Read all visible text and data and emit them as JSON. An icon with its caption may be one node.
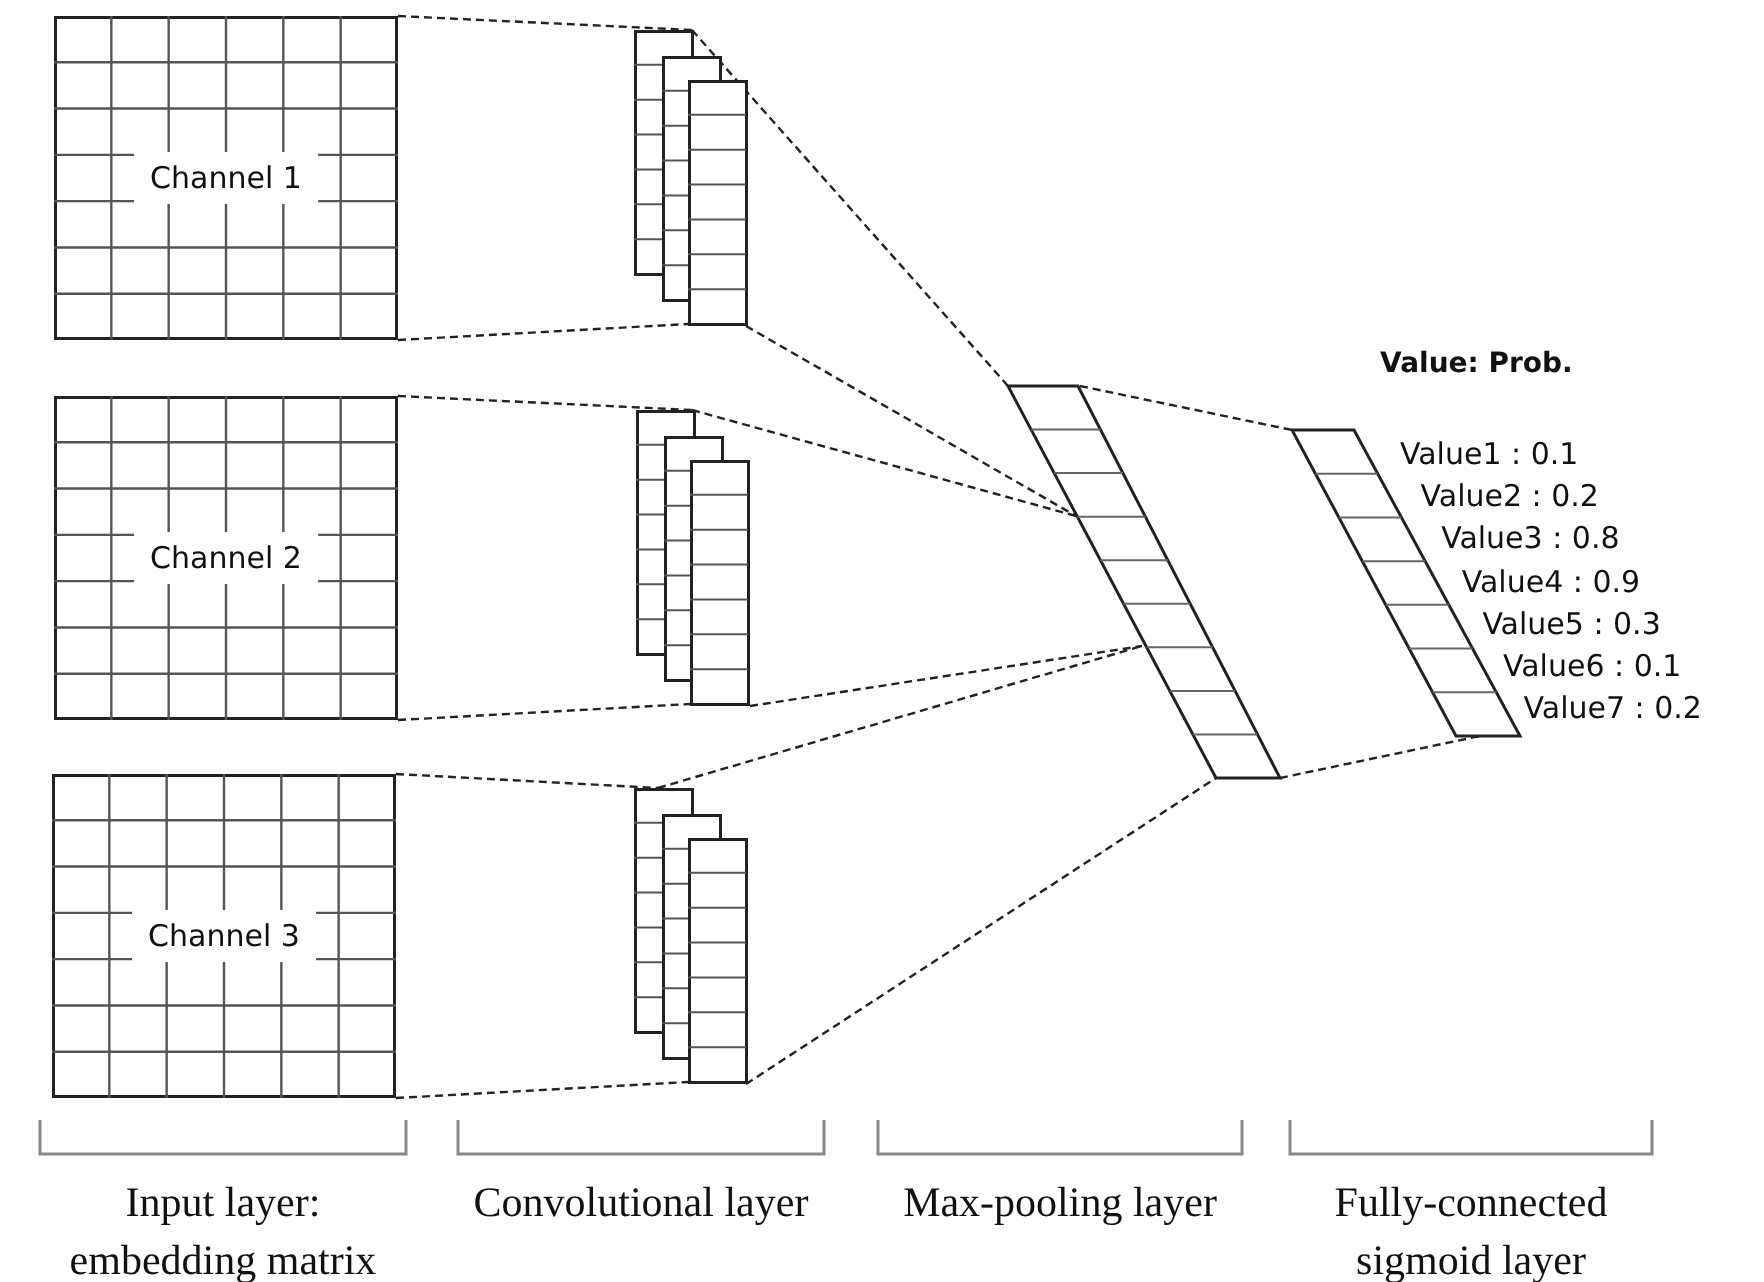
{
  "diagram": {
    "nodes": [
      {
        "text": [
          "Channel 1"
        ]
      },
      {
        "text": [
          "Channel 2"
        ]
      },
      {
        "text": [
          "Channel 3"
        ]
      },
      {
        "text": [],
        "shape": "box"
      },
      {
        "text": [],
        "shape": "box"
      },
      {
        "text": [],
        "shape": "box"
      },
      {
        "text": [],
        "shape": "bar"
      },
      {
        "text": [],
        "shape": "bar"
      }
    ],
    "edges": [
      {
        "from": 0,
        "to": 3,
        "arrow": "none",
        "style": "dashed"
      },
      {
        "from": 0,
        "to": 3,
        "arrow": "none",
        "style": "dashed"
      },
      {
        "from": 1,
        "to": 4,
        "arrow": "none",
        "style": "dashed"
      },
      {
        "from": 1,
        "to": 4,
        "arrow": "none",
        "style": "dashed"
      },
      {
        "from": 2,
        "to": 5,
        "arrow": "none",
        "style": "dashed"
      },
      {
        "from": 2,
        "to": 5,
        "arrow": "none",
        "style": "dashed"
      },
      {
        "from": 3,
        "to": 6,
        "arrow": "none",
        "style": "dashed"
      },
      {
        "from": 3,
        "to": 6,
        "arrow": "none",
        "style": "dashed"
      },
      {
        "from": 4,
        "to": 6,
        "arrow": "none",
        "style": "dashed"
      },
      {
        "from": 4,
        "to": 6,
        "arrow": "none",
        "style": "dashed"
      },
      {
        "from": 5,
        "to": 6,
        "arrow": "none",
        "style": "dashed"
      },
      {
        "from": 5,
        "to": 6,
        "arrow": "none",
        "style": "dashed"
      },
      {
        "from": 6,
        "to": 7,
        "arrow": "none",
        "style": "dashed"
      },
      {
        "from": 6,
        "to": 7,
        "arrow": "none",
        "style": "dashed"
      }
    ],
    "labels": [
      "Value: Prob.",
      "Value1 : 0.1",
      "Value2 : 0.2",
      "Value3 : 0.8",
      "Value4 : 0.9",
      "Value5 : 0.3",
      "Value6 : 0.1",
      "Value7 : 0.2",
      "Input layer: embedding matrix",
      "Convolutional layer",
      "Max-pooling layer",
      "Fully-connected sigmoid layer"
    ]
  }
}
